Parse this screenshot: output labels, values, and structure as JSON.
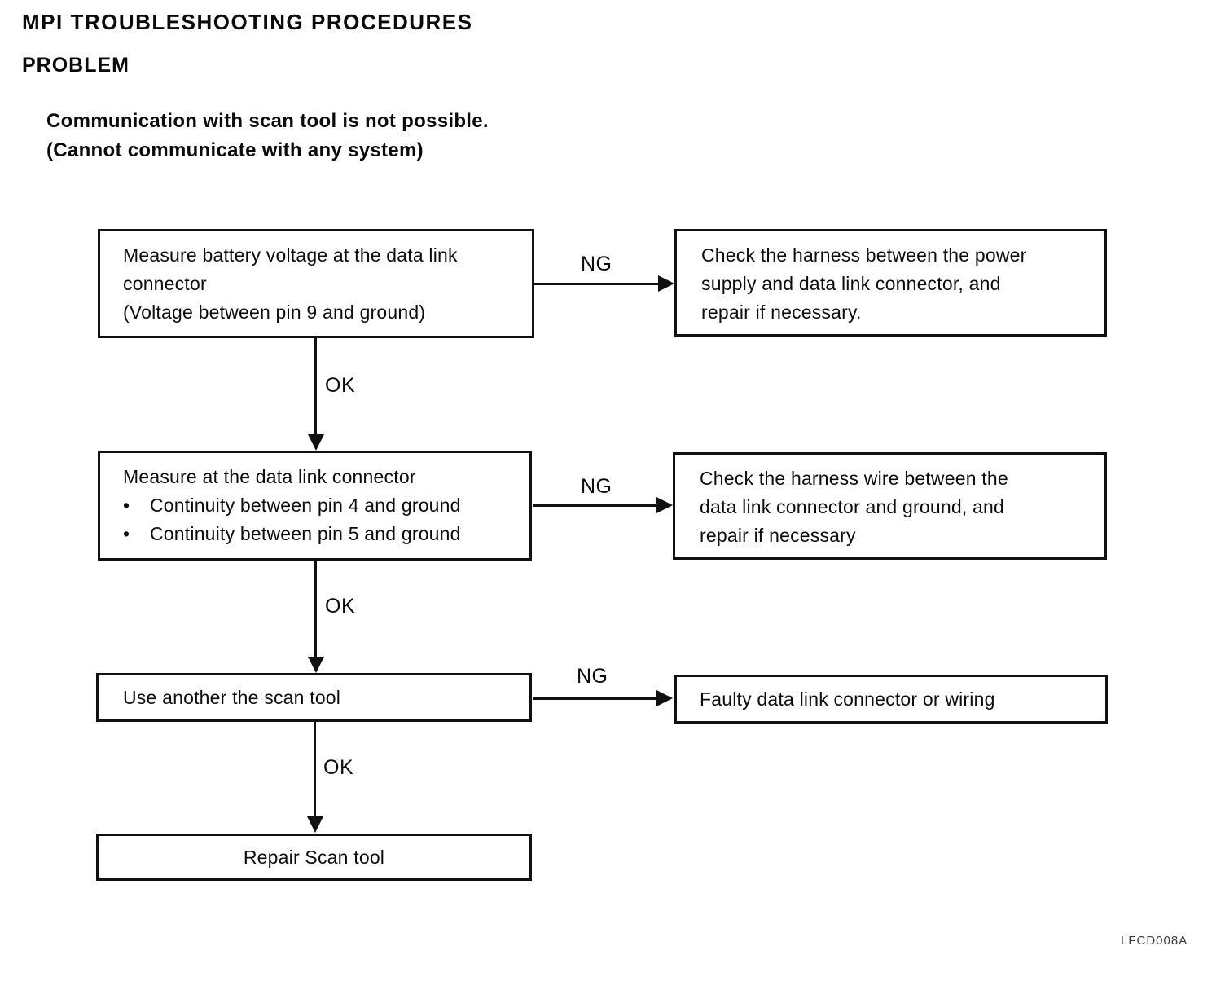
{
  "header": {
    "title": "MPI TROUBLESHOOTING PROCEDURES",
    "section": "PROBLEM",
    "problem": {
      "line1": "Communication with scan tool is not possible.",
      "line2": "(Cannot communicate with any system)"
    }
  },
  "labels": {
    "ng": "NG",
    "ok": "OK",
    "bullet": "•"
  },
  "flowchart": {
    "step1": {
      "line1": "Measure battery voltage at the data link",
      "line2": "connector",
      "line3": "(Voltage between pin 9 and ground)"
    },
    "result1": {
      "line1": "Check the harness between the power",
      "line2": "supply and data link connector, and",
      "line3": "repair if necessary."
    },
    "step2": {
      "line1": "Measure at the data link connector",
      "bullets": [
        "Continuity between pin 4 and ground",
        "Continuity between pin 5 and ground"
      ]
    },
    "result2": {
      "line1": "Check the harness wire between the",
      "line2": "data link connector and ground, and",
      "line3": "repair if necessary"
    },
    "step3": {
      "line1": "Use another the scan tool"
    },
    "result3": {
      "line1": "Faulty data link connector or wiring"
    },
    "step4": {
      "line1": "Repair Scan tool"
    }
  },
  "footer": {
    "figure_code": "LFCD008A"
  }
}
